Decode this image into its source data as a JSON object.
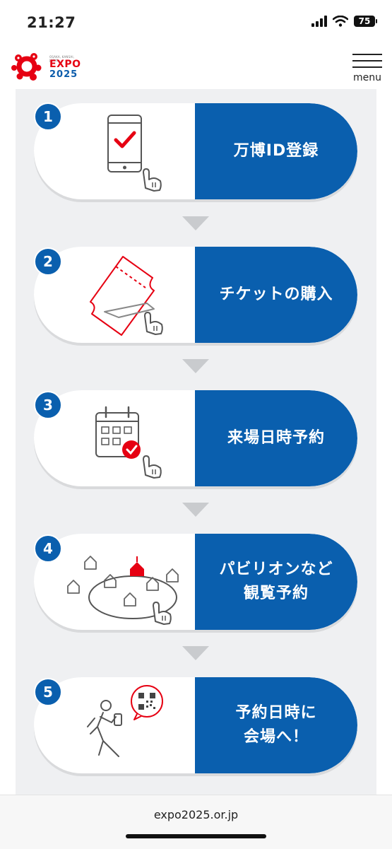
{
  "status_bar": {
    "time": "21:27",
    "battery": "75"
  },
  "header": {
    "logo_small": "OSAKA, KANSAI, JAPAN",
    "logo_expo": "EXPO",
    "logo_year": "2025",
    "menu_label": "menu"
  },
  "steps": [
    {
      "number": "1",
      "label": "万博ID登録",
      "icon": "smartphone-check-icon"
    },
    {
      "number": "2",
      "label": "チケットの購入",
      "icon": "ticket-icon"
    },
    {
      "number": "3",
      "label": "来場日時予約",
      "icon": "calendar-check-icon"
    },
    {
      "number": "4",
      "label": "パビリオンなど\n観覧予約",
      "icon": "pavilion-map-icon"
    },
    {
      "number": "5",
      "label": "予約日時に\n会場へ！",
      "icon": "walking-qr-icon"
    }
  ],
  "footer": {
    "url": "expo2025.or.jp"
  },
  "colors": {
    "primary_blue": "#0a5fae",
    "accent_red": "#e60012",
    "panel_bg": "#eff0f2"
  }
}
